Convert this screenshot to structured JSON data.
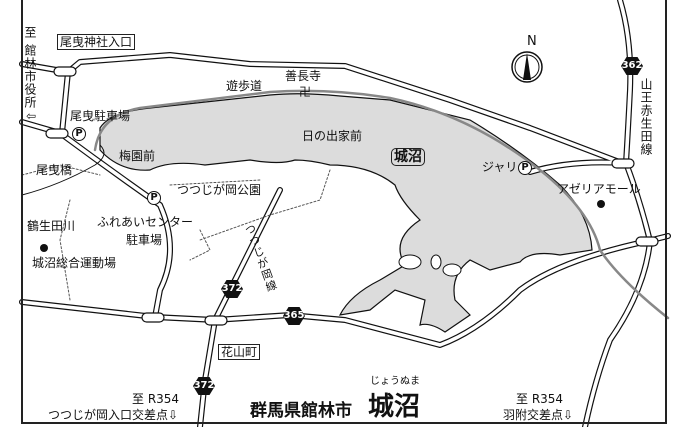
{
  "colors": {
    "lake": "#dcdcdc",
    "ink": "#111111",
    "background": "#ffffff"
  },
  "north": "N",
  "title": {
    "prefecture_city": "群馬県館林市",
    "name": "城沼",
    "reading": "じょうぬま"
  },
  "labels": {
    "to_city_hall": "至 館林市役所",
    "city_hall_arrow": "⇦",
    "obiki_shrine_entrance": "尾曳神社入口",
    "obiki_parking": "尾曳駐車場",
    "obiki_bridge": "尾曳橋",
    "baienmae": "梅園前",
    "tsutsujigaoka_park": "つつじが岡公園",
    "fureai_center": "ふれあいセンター",
    "fureai_parking": "駐車場",
    "tsurushoda_river": "鶴生田川",
    "sports_ground": "城沼総合運動場",
    "promenade": "遊歩道",
    "zenchoji": "善長寺",
    "temple_symbol": "卍",
    "hinodeyamae": "日の出家前",
    "lake_name": "城沼",
    "jari": "ジャリ",
    "azalea_mall": "アゼリアモール",
    "sanno_road": "山王赤生田線",
    "tsutsujigaoka_road": "つつじが岡線",
    "hanayamacho": "花山町",
    "to_r354_left": "至 R354",
    "tsutsujigaoka_entrance": "つつじが岡入口交差点⇩",
    "to_r354_right": "至 R354",
    "hanetsuki": "羽附交差点⇩",
    "parking_symbol": "P"
  },
  "route_numbers": {
    "r362": "362",
    "r372_upper": "372",
    "r372_lower": "372",
    "r365": "365"
  },
  "icons": [
    "compass-north-icon",
    "traffic-signal-icon",
    "parking-icon",
    "temple-icon",
    "facility-dot-icon"
  ]
}
